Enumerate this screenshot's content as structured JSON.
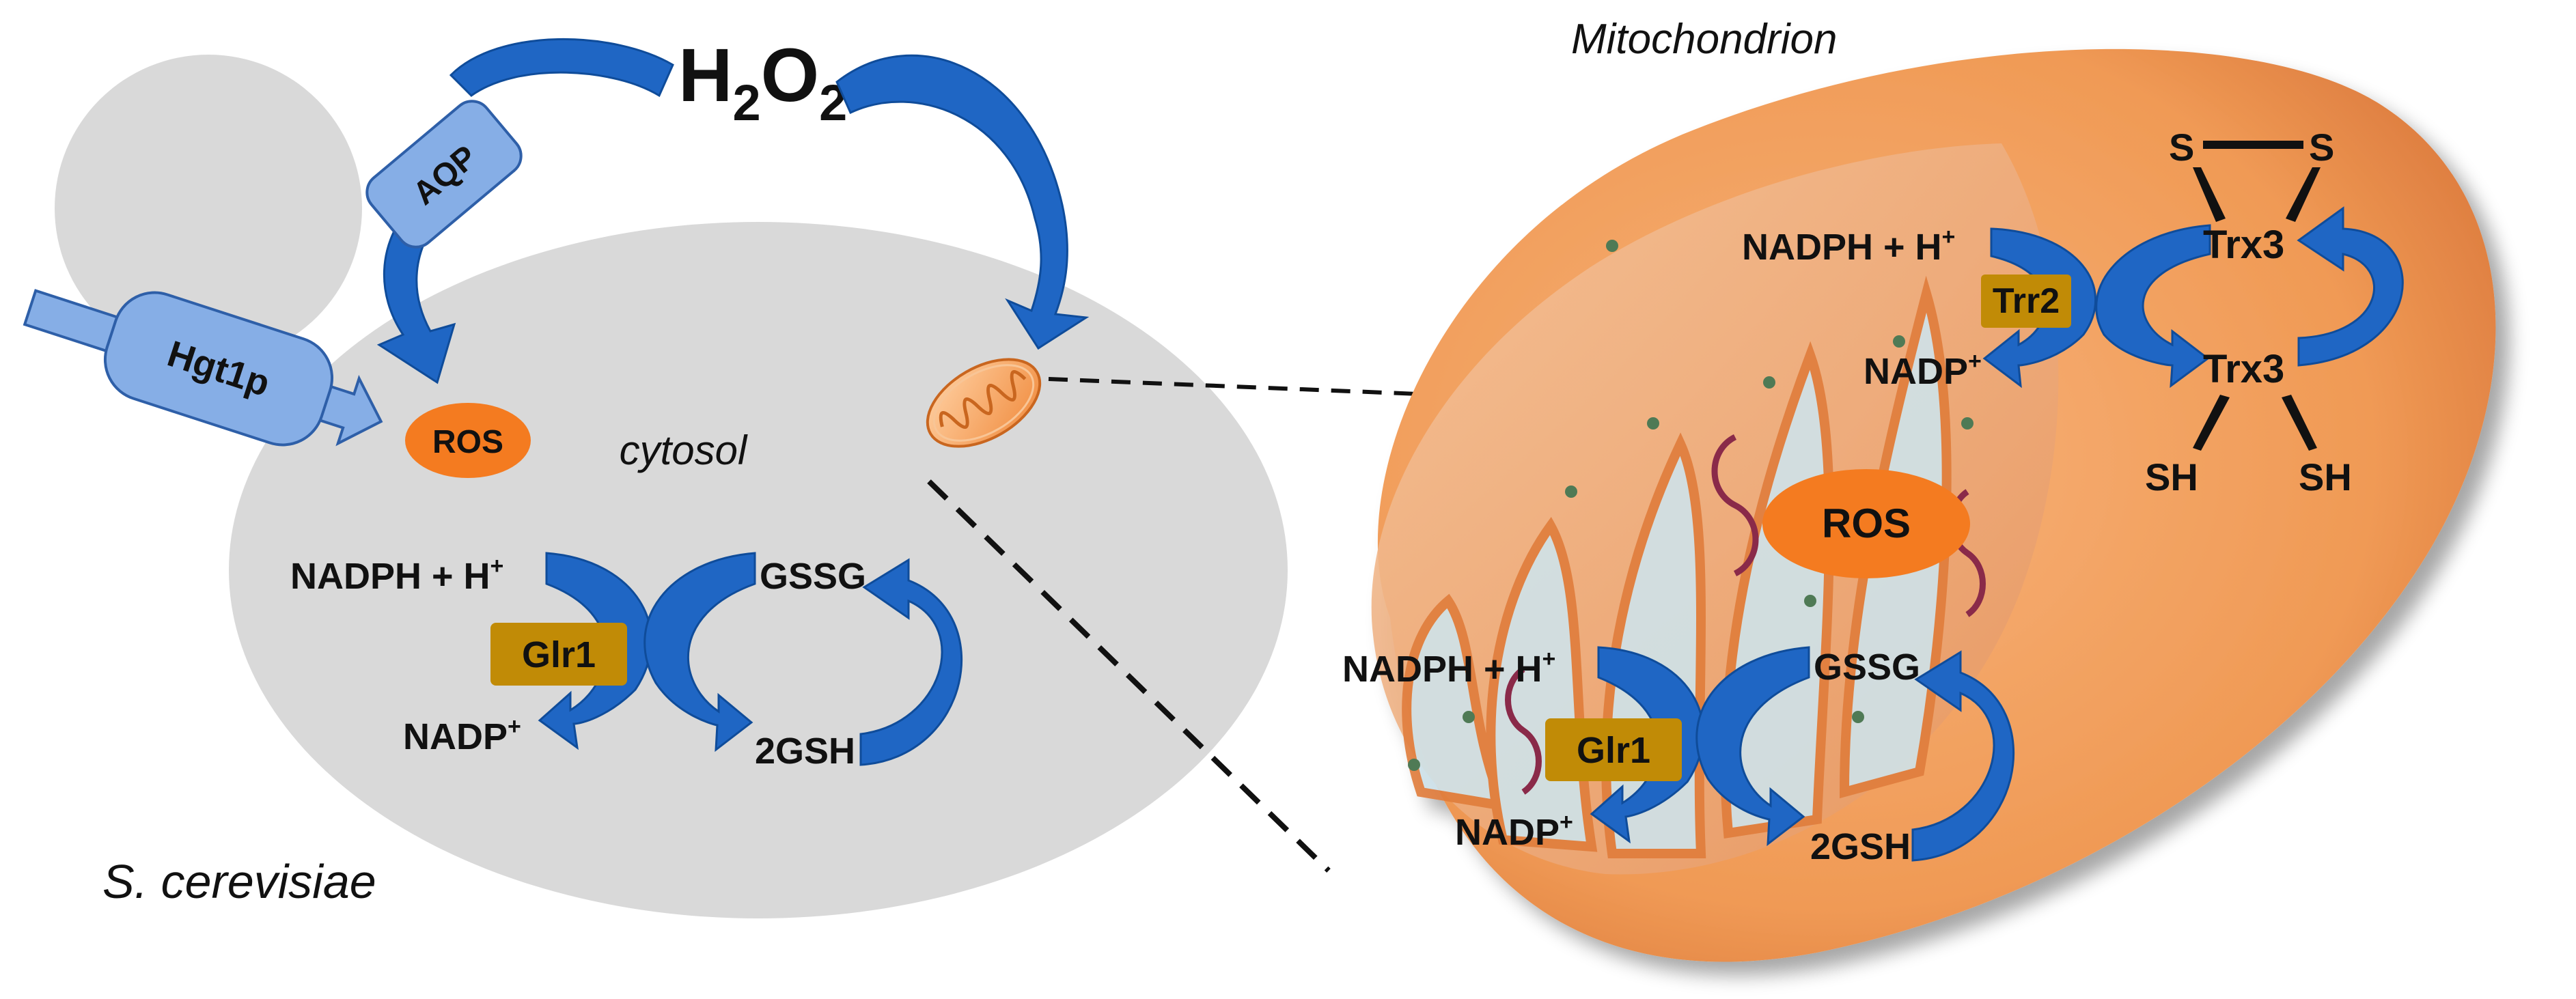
{
  "colors": {
    "cell": "#d9d9d9",
    "arrow_blue": "#1f66c4",
    "protein_light_blue": "#86aee6",
    "enzyme_gold": "#c18b06",
    "ros_orange": "#f47b20",
    "mito_outer": "#f2a468",
    "mito_inner": "#e98a4a"
  },
  "icons": [
    "aquaporin-channel",
    "transporter-cylinder",
    "mitochondrion",
    "curved-arrow",
    "disulfide-bond"
  ],
  "labels": {
    "h2o2": {
      "main": "H",
      "sub1": "2",
      "mid": "O",
      "sub2": "2"
    },
    "organism": "S. cerevisiae",
    "cytosol": "cytosol",
    "mitochondrion": "Mitochondrion",
    "aqp": "AQP",
    "hgt1p": "Hgt1p",
    "ros_cytosol": "ROS",
    "ros_mito": "ROS"
  },
  "cytosol_cycle": {
    "nadph": "NADPH + H",
    "nadph_sup": "+",
    "nadp": "NADP",
    "nadp_sup": "+",
    "enzyme": "Glr1",
    "gssg": "GSSG",
    "gsh": "2GSH"
  },
  "mito_glr_cycle": {
    "nadph": "NADPH + H",
    "nadph_sup": "+",
    "nadp": "NADP",
    "nadp_sup": "+",
    "enzyme": "Glr1",
    "gssg": "GSSG",
    "gsh": "2GSH"
  },
  "mito_trx_cycle": {
    "nadph": "NADPH + H",
    "nadph_sup": "+",
    "nadp": "NADP",
    "nadp_sup": "+",
    "enzyme": "Trr2",
    "trx_ox": "Trx3",
    "trx_red": "Trx3",
    "s_left": "S",
    "s_right": "S",
    "sh_left": "SH",
    "sh_right": "SH"
  }
}
